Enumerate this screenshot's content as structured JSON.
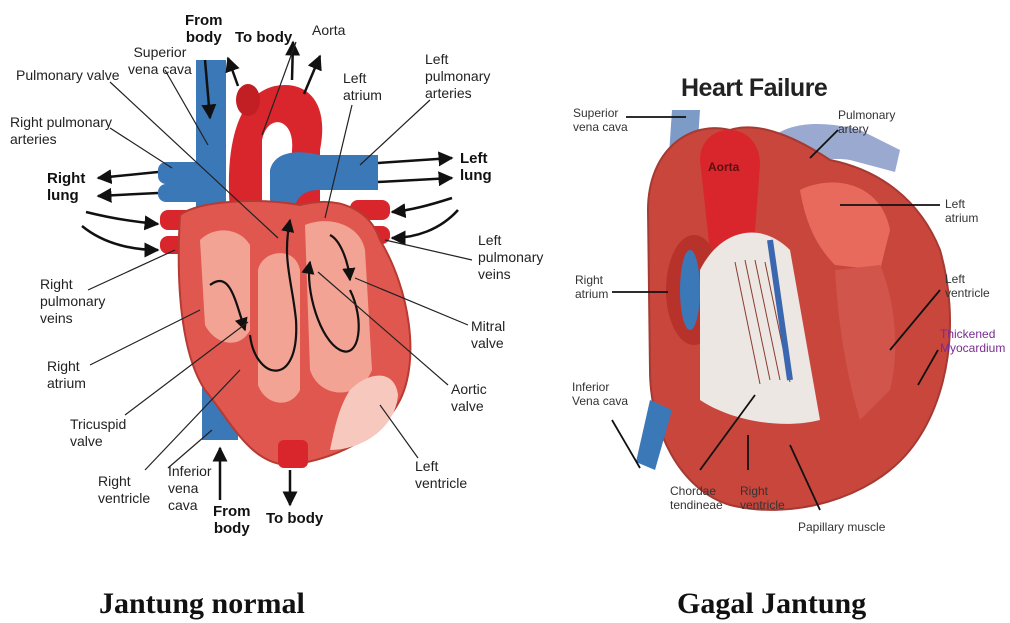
{
  "left_diagram": {
    "labels": {
      "from_body_top": "From\nbody",
      "superior_vena_cava": "Superior\nvena cava",
      "to_body_top": "To body",
      "aorta": "Aorta",
      "pulmonary_valve": "Pulmonary valve",
      "left_atrium": "Left\natrium",
      "left_pulmonary_arteries": "Left\npulmonary\narteries",
      "right_pulmonary_arteries": "Right pulmonary\narteries",
      "right_lung": "Right\nlung",
      "left_lung": "Left\nlung",
      "left_pulmonary_veins": "Left\npulmonary\nveins",
      "right_pulmonary_veins": "Right\npulmonary\nveins",
      "mitral_valve": "Mitral\nvalve",
      "right_atrium": "Right\natrium",
      "aortic_valve": "Aortic\nvalve",
      "tricuspid_valve": "Tricuspid\nvalve",
      "left_ventricle": "Left\nventricle",
      "right_ventricle": "Right\nventricle",
      "inferior_vena_cava": "Inferior\nvena\ncava",
      "from_body_bottom": "From\nbody",
      "to_body_bottom": "To body"
    },
    "caption": "Jantung normal"
  },
  "right_diagram": {
    "title": "Heart Failure",
    "labels": {
      "superior_vena_cava": "Superior\nvena cava",
      "pulmonary_artery": "Pulmonary\nartery",
      "aorta": "Aorta",
      "left_atrium": "Left\natrium",
      "right_atrium": "Right\natrium",
      "left_ventricle": "Left\nventricle",
      "thickened_myocardium": "Thickened\nMyocardium",
      "inferior_vena_cava": "Inferior\nVena cava",
      "chordae_tendineae": "Chordae\ntendineae",
      "right_ventricle": "Right\nventricle",
      "papillary_muscle": "Papillary muscle"
    },
    "caption": "Gagal Jantung"
  },
  "colors": {
    "vein_blue": "#3b78b8",
    "artery_red": "#d8262c",
    "muscle_red": "#e0574f",
    "muscle_light": "#f2a394",
    "myocardium": "#c9463c",
    "thickened_purple": "#7a2b8f"
  }
}
